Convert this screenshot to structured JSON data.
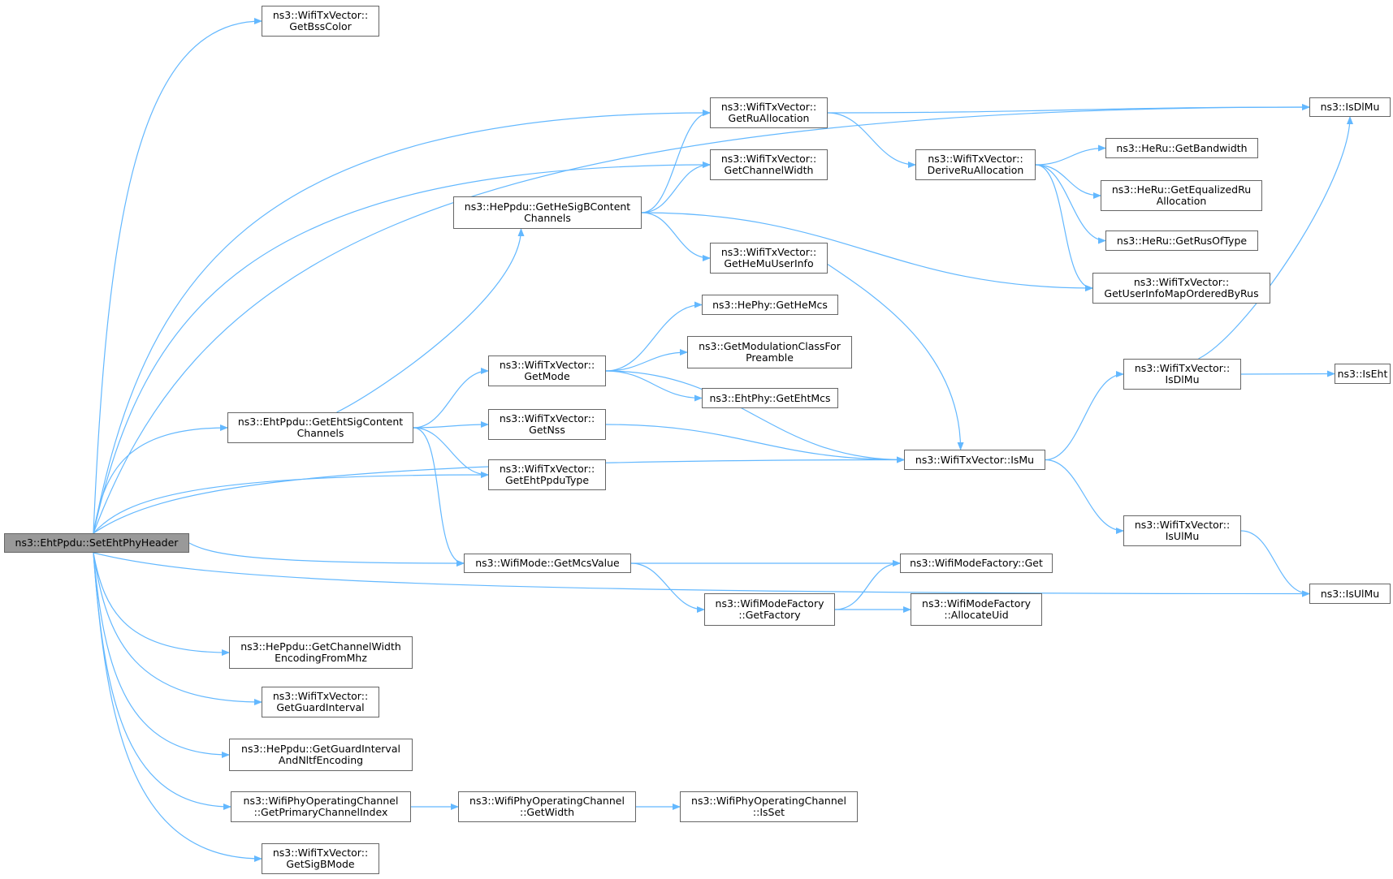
{
  "colors": {
    "edge": "#63b8ff",
    "node_border": "#666666",
    "root_fill": "#999999",
    "node_fill": "#ffffff"
  },
  "nodes": [
    {
      "id": "root",
      "lines": [
        "ns3::EhtPpdu::SetEhtPhyHeader"
      ],
      "root": true
    },
    {
      "id": "getBssColor",
      "lines": [
        "ns3::WifiTxVector::",
        "GetBssColor"
      ]
    },
    {
      "id": "isDlMuTop",
      "lines": [
        "ns3::IsDlMu"
      ]
    },
    {
      "id": "getRuAllocation",
      "lines": [
        "ns3::WifiTxVector::",
        "GetRuAllocation"
      ]
    },
    {
      "id": "getChannelWidth",
      "lines": [
        "ns3::WifiTxVector::",
        "GetChannelWidth"
      ]
    },
    {
      "id": "deriveRuAllocation",
      "lines": [
        "ns3::WifiTxVector::",
        "DeriveRuAllocation"
      ]
    },
    {
      "id": "heRuGetBandwidth",
      "lines": [
        "ns3::HeRu::GetBandwidth"
      ]
    },
    {
      "id": "heRuGetEqualized",
      "lines": [
        "ns3::HeRu::GetEqualizedRu",
        "Allocation"
      ]
    },
    {
      "id": "heRuGetRusOfType",
      "lines": [
        "ns3::HeRu::GetRusOfType"
      ]
    },
    {
      "id": "getUserInfoMap",
      "lines": [
        "ns3::WifiTxVector::",
        "GetUserInfoMapOrderedByRus"
      ]
    },
    {
      "id": "heSigB",
      "lines": [
        "ns3::HePpdu::GetHeSigBContent",
        "Channels"
      ]
    },
    {
      "id": "getHeMuUserInfo",
      "lines": [
        "ns3::WifiTxVector::",
        "GetHeMuUserInfo"
      ]
    },
    {
      "id": "hePhyGetHeMcs",
      "lines": [
        "ns3::HePhy::GetHeMcs"
      ]
    },
    {
      "id": "getModClass",
      "lines": [
        "ns3::GetModulationClassFor",
        "Preamble"
      ]
    },
    {
      "id": "getMode",
      "lines": [
        "ns3::WifiTxVector::",
        "GetMode"
      ]
    },
    {
      "id": "ehtPhyGetEhtMcs",
      "lines": [
        "ns3::EhtPhy::GetEhtMcs"
      ]
    },
    {
      "id": "ehtSigContent",
      "lines": [
        "ns3::EhtPpdu::GetEhtSigContent",
        "Channels"
      ]
    },
    {
      "id": "getNss",
      "lines": [
        "ns3::WifiTxVector::",
        "GetNss"
      ]
    },
    {
      "id": "getEhtPpduType",
      "lines": [
        "ns3::WifiTxVector::",
        "GetEhtPpduType"
      ]
    },
    {
      "id": "isMu",
      "lines": [
        "ns3::WifiTxVector::IsMu"
      ]
    },
    {
      "id": "wtvIsDlMu",
      "lines": [
        "ns3::WifiTxVector::",
        "IsDlMu"
      ]
    },
    {
      "id": "isEht",
      "lines": [
        "ns3::IsEht"
      ]
    },
    {
      "id": "wtvIsUlMu",
      "lines": [
        "ns3::WifiTxVector::",
        "IsUlMu"
      ]
    },
    {
      "id": "isUlMu",
      "lines": [
        "ns3::IsUlMu"
      ]
    },
    {
      "id": "getMcsValue",
      "lines": [
        "ns3::WifiMode::GetMcsValue"
      ]
    },
    {
      "id": "wmfGet",
      "lines": [
        "ns3::WifiModeFactory::Get"
      ]
    },
    {
      "id": "wmfGetFactory",
      "lines": [
        "ns3::WifiModeFactory",
        "::GetFactory"
      ]
    },
    {
      "id": "wmfAllocateUid",
      "lines": [
        "ns3::WifiModeFactory",
        "::AllocateUid"
      ]
    },
    {
      "id": "getCwEnc",
      "lines": [
        "ns3::HePpdu::GetChannelWidth",
        "EncodingFromMhz"
      ]
    },
    {
      "id": "getGuardInterval",
      "lines": [
        "ns3::WifiTxVector::",
        "GetGuardInterval"
      ]
    },
    {
      "id": "getGiNltf",
      "lines": [
        "ns3::HePpdu::GetGuardInterval",
        "AndNltfEncoding"
      ]
    },
    {
      "id": "getPrimaryIdx",
      "lines": [
        "ns3::WifiPhyOperatingChannel",
        "::GetPrimaryChannelIndex"
      ]
    },
    {
      "id": "wpocGetWidth",
      "lines": [
        "ns3::WifiPhyOperatingChannel",
        "::GetWidth"
      ]
    },
    {
      "id": "wpocIsSet",
      "lines": [
        "ns3::WifiPhyOperatingChannel",
        "::IsSet"
      ]
    },
    {
      "id": "getSigBMode",
      "lines": [
        "ns3::WifiTxVector::",
        "GetSigBMode"
      ]
    }
  ],
  "edges": [
    [
      "root",
      "getBssColor"
    ],
    [
      "root",
      "isDlMuTop"
    ],
    [
      "root",
      "getRuAllocation"
    ],
    [
      "root",
      "getChannelWidth"
    ],
    [
      "root",
      "ehtSigContent"
    ],
    [
      "root",
      "getEhtPpduType"
    ],
    [
      "root",
      "isMu"
    ],
    [
      "root",
      "getMcsValue"
    ],
    [
      "root",
      "isUlMu"
    ],
    [
      "root",
      "getCwEnc"
    ],
    [
      "root",
      "getGuardInterval"
    ],
    [
      "root",
      "getGiNltf"
    ],
    [
      "root",
      "getPrimaryIdx"
    ],
    [
      "root",
      "getSigBMode"
    ],
    [
      "getRuAllocation",
      "isDlMuTop"
    ],
    [
      "getRuAllocation",
      "deriveRuAllocation"
    ],
    [
      "deriveRuAllocation",
      "heRuGetBandwidth"
    ],
    [
      "deriveRuAllocation",
      "heRuGetEqualized"
    ],
    [
      "deriveRuAllocation",
      "heRuGetRusOfType"
    ],
    [
      "deriveRuAllocation",
      "getUserInfoMap"
    ],
    [
      "heSigB",
      "getRuAllocation"
    ],
    [
      "heSigB",
      "getChannelWidth"
    ],
    [
      "heSigB",
      "getHeMuUserInfo"
    ],
    [
      "heSigB",
      "getUserInfoMap"
    ],
    [
      "getHeMuUserInfo",
      "isMu"
    ],
    [
      "getMode",
      "hePhyGetHeMcs"
    ],
    [
      "getMode",
      "getModClass"
    ],
    [
      "getMode",
      "ehtPhyGetEhtMcs"
    ],
    [
      "getMode",
      "isMu"
    ],
    [
      "ehtSigContent",
      "heSigB"
    ],
    [
      "ehtSigContent",
      "getMode"
    ],
    [
      "ehtSigContent",
      "getNss"
    ],
    [
      "ehtSigContent",
      "getEhtPpduType"
    ],
    [
      "ehtSigContent",
      "getMcsValue"
    ],
    [
      "getNss",
      "isMu"
    ],
    [
      "isMu",
      "wtvIsDlMu"
    ],
    [
      "isMu",
      "wtvIsUlMu"
    ],
    [
      "wtvIsDlMu",
      "isDlMuTop"
    ],
    [
      "wtvIsDlMu",
      "isEht"
    ],
    [
      "wtvIsUlMu",
      "isUlMu"
    ],
    [
      "getMcsValue",
      "wmfGet"
    ],
    [
      "getMcsValue",
      "wmfGetFactory"
    ],
    [
      "wmfGetFactory",
      "wmfGet"
    ],
    [
      "wmfGetFactory",
      "wmfAllocateUid"
    ],
    [
      "getPrimaryIdx",
      "wpocGetWidth"
    ],
    [
      "wpocGetWidth",
      "wpocIsSet"
    ]
  ]
}
